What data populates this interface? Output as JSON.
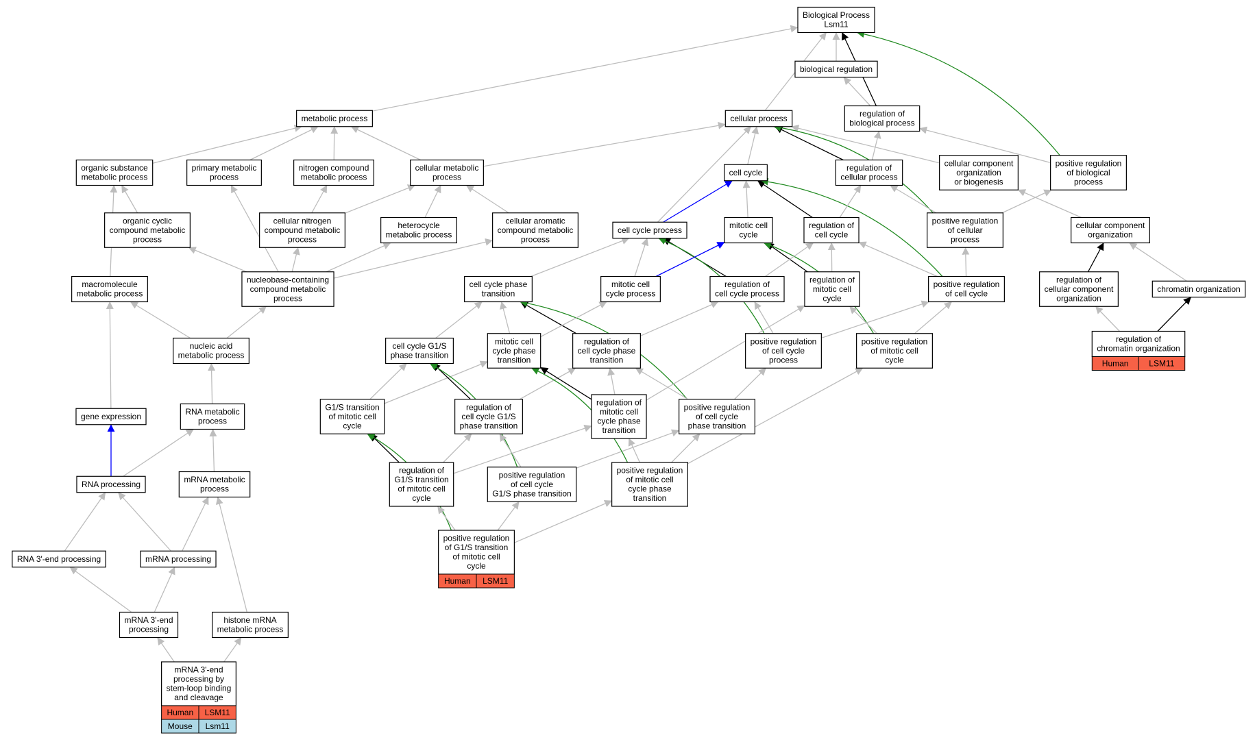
{
  "colors": {
    "edge_is_a": "#bdbdbd",
    "edge_regulates": "#000000",
    "edge_part_of": "#0000ff",
    "edge_positively_regulates": "#228b22",
    "human": "#f76146",
    "mouse": "#add8e6"
  },
  "nodes": [
    {
      "id": "bp",
      "lines": [
        "Biological Process",
        "Lsm11"
      ]
    },
    {
      "id": "biolreg",
      "lines": [
        "biological regulation"
      ]
    },
    {
      "id": "metab",
      "lines": [
        "metabolic process"
      ]
    },
    {
      "id": "cellproc",
      "lines": [
        "cellular process"
      ]
    },
    {
      "id": "regbio",
      "lines": [
        "regulation of",
        "biological process"
      ]
    },
    {
      "id": "orgsub",
      "lines": [
        "organic substance",
        "metabolic process"
      ]
    },
    {
      "id": "primet",
      "lines": [
        "primary metabolic",
        "process"
      ]
    },
    {
      "id": "nitro",
      "lines": [
        "nitrogen compound",
        "metabolic process"
      ]
    },
    {
      "id": "cellmet",
      "lines": [
        "cellular metabolic",
        "process"
      ]
    },
    {
      "id": "cellcycle",
      "lines": [
        "cell cycle"
      ]
    },
    {
      "id": "regcell",
      "lines": [
        "regulation of",
        "cellular process"
      ]
    },
    {
      "id": "ccorgbio",
      "lines": [
        "cellular component",
        "organization",
        "or biogenesis"
      ]
    },
    {
      "id": "posregbio",
      "lines": [
        "positive regulation",
        "of biological",
        "process"
      ]
    },
    {
      "id": "orgcyc",
      "lines": [
        "organic cyclic",
        "compound metabolic",
        "process"
      ]
    },
    {
      "id": "cellnitro",
      "lines": [
        "cellular nitrogen",
        "compound metabolic",
        "process"
      ]
    },
    {
      "id": "hetero",
      "lines": [
        "heterocycle",
        "metabolic process"
      ]
    },
    {
      "id": "cellarom",
      "lines": [
        "cellular aromatic",
        "compound metabolic",
        "process"
      ]
    },
    {
      "id": "ccproc",
      "lines": [
        "cell cycle process"
      ]
    },
    {
      "id": "mitcc",
      "lines": [
        "mitotic cell",
        "cycle"
      ]
    },
    {
      "id": "regcc",
      "lines": [
        "regulation of",
        "cell cycle"
      ]
    },
    {
      "id": "posregcell",
      "lines": [
        "positive regulation",
        "of cellular",
        "process"
      ]
    },
    {
      "id": "ccorg",
      "lines": [
        "cellular component",
        "organization"
      ]
    },
    {
      "id": "macro",
      "lines": [
        "macromolecule",
        "metabolic process"
      ]
    },
    {
      "id": "nucbase",
      "lines": [
        "nucleobase-containing",
        "compound metabolic",
        "process"
      ]
    },
    {
      "id": "ccphase",
      "lines": [
        "cell cycle phase",
        "transition"
      ]
    },
    {
      "id": "mitccproc",
      "lines": [
        "mitotic cell",
        "cycle process"
      ]
    },
    {
      "id": "regccproc",
      "lines": [
        "regulation of",
        "cell cycle process"
      ]
    },
    {
      "id": "regmitcc",
      "lines": [
        "regulation of",
        "mitotic cell",
        "cycle"
      ]
    },
    {
      "id": "posregcc",
      "lines": [
        "positive regulation",
        "of cell cycle"
      ]
    },
    {
      "id": "regccorg",
      "lines": [
        "regulation of",
        "cellular component",
        "organization"
      ]
    },
    {
      "id": "chromorg",
      "lines": [
        "chromatin organization"
      ]
    },
    {
      "id": "nucacid",
      "lines": [
        "nucleic acid",
        "metabolic process"
      ]
    },
    {
      "id": "ccg1s",
      "lines": [
        "cell cycle G1/S",
        "phase transition"
      ]
    },
    {
      "id": "mitccphase",
      "lines": [
        "mitotic cell",
        "cycle phase",
        "transition"
      ]
    },
    {
      "id": "regccphase",
      "lines": [
        "regulation of",
        "cell cycle phase",
        "transition"
      ]
    },
    {
      "id": "posregccproc",
      "lines": [
        "positive regulation",
        "of cell cycle",
        "process"
      ]
    },
    {
      "id": "posregmitcc",
      "lines": [
        "positive regulation",
        "of mitotic cell",
        "cycle"
      ]
    },
    {
      "id": "regchrom",
      "lines": [
        "regulation of",
        "chromatin organization"
      ],
      "orgs": [
        [
          "Human",
          "LSM11"
        ]
      ]
    },
    {
      "id": "geneexp",
      "lines": [
        "gene expression"
      ]
    },
    {
      "id": "rnamet",
      "lines": [
        "RNA metabolic",
        "process"
      ]
    },
    {
      "id": "g1smit",
      "lines": [
        "G1/S transition",
        "of mitotic cell",
        "cycle"
      ]
    },
    {
      "id": "regccg1s",
      "lines": [
        "regulation of",
        "cell cycle G1/S",
        "phase transition"
      ]
    },
    {
      "id": "regmitccphase",
      "lines": [
        "regulation of",
        "mitotic cell",
        "cycle phase",
        "transition"
      ]
    },
    {
      "id": "posregccphase",
      "lines": [
        "positive regulation",
        "of cell cycle",
        "phase transition"
      ]
    },
    {
      "id": "rnaproc",
      "lines": [
        "RNA processing"
      ]
    },
    {
      "id": "mrnamet",
      "lines": [
        "mRNA metabolic",
        "process"
      ]
    },
    {
      "id": "regg1smit",
      "lines": [
        "regulation of",
        "G1/S transition",
        "of mitotic cell",
        "cycle"
      ]
    },
    {
      "id": "posregccg1s",
      "lines": [
        "positive regulation",
        "of cell cycle",
        "G1/S phase transition"
      ]
    },
    {
      "id": "posregmitccphase",
      "lines": [
        "positive regulation",
        "of mitotic cell",
        "cycle phase",
        "transition"
      ]
    },
    {
      "id": "rna3end",
      "lines": [
        "RNA 3'-end processing"
      ]
    },
    {
      "id": "mrnaproc",
      "lines": [
        "mRNA processing"
      ]
    },
    {
      "id": "posregg1smit",
      "lines": [
        "positive regulation",
        "of G1/S transition",
        "of mitotic cell",
        "cycle"
      ],
      "orgs": [
        [
          "Human",
          "LSM11"
        ]
      ]
    },
    {
      "id": "mrna3end",
      "lines": [
        "mRNA 3'-end",
        "processing"
      ]
    },
    {
      "id": "histone",
      "lines": [
        "histone mRNA",
        "metabolic process"
      ]
    },
    {
      "id": "stemloop",
      "lines": [
        "mRNA 3'-end",
        "processing by",
        "stem-loop binding",
        "and cleavage"
      ],
      "orgs": [
        [
          "Human",
          "LSM11"
        ],
        [
          "Mouse",
          "Lsm11"
        ]
      ]
    }
  ],
  "edges": [
    [
      "metab",
      "bp",
      "is_a"
    ],
    [
      "cellproc",
      "bp",
      "is_a"
    ],
    [
      "biolreg",
      "bp",
      "is_a"
    ],
    [
      "regbio",
      "bp",
      "regulates"
    ],
    [
      "posregbio",
      "bp",
      "positively_regulates"
    ],
    [
      "regbio",
      "biolreg",
      "is_a"
    ],
    [
      "orgsub",
      "metab",
      "is_a"
    ],
    [
      "primet",
      "metab",
      "is_a"
    ],
    [
      "nitro",
      "metab",
      "is_a"
    ],
    [
      "cellmet",
      "metab",
      "is_a"
    ],
    [
      "cellmet",
      "cellproc",
      "is_a"
    ],
    [
      "cellcycle",
      "cellproc",
      "is_a"
    ],
    [
      "ccproc",
      "cellproc",
      "is_a"
    ],
    [
      "regcell",
      "cellproc",
      "regulates"
    ],
    [
      "ccorgbio",
      "cellproc",
      "is_a"
    ],
    [
      "posregcell",
      "cellproc",
      "positively_regulates"
    ],
    [
      "regcell",
      "regbio",
      "is_a"
    ],
    [
      "posregbio",
      "regbio",
      "is_a"
    ],
    [
      "orgcyc",
      "orgsub",
      "is_a"
    ],
    [
      "macro",
      "orgsub",
      "is_a"
    ],
    [
      "nucbase",
      "primet",
      "is_a"
    ],
    [
      "cellnitro",
      "nitro",
      "is_a"
    ],
    [
      "cellnitro",
      "cellmet",
      "is_a"
    ],
    [
      "hetero",
      "cellmet",
      "is_a"
    ],
    [
      "cellarom",
      "cellmet",
      "is_a"
    ],
    [
      "ccproc",
      "cellcycle",
      "part_of"
    ],
    [
      "mitcc",
      "cellcycle",
      "is_a"
    ],
    [
      "regcc",
      "cellcycle",
      "regulates"
    ],
    [
      "posregcc",
      "cellcycle",
      "positively_regulates"
    ],
    [
      "regcc",
      "regcell",
      "is_a"
    ],
    [
      "posregcell",
      "regcell",
      "is_a"
    ],
    [
      "posregcell",
      "posregbio",
      "is_a"
    ],
    [
      "ccorg",
      "ccorgbio",
      "is_a"
    ],
    [
      "nucbase",
      "orgcyc",
      "is_a"
    ],
    [
      "nucbase",
      "cellnitro",
      "is_a"
    ],
    [
      "nucbase",
      "hetero",
      "is_a"
    ],
    [
      "nucbase",
      "cellarom",
      "is_a"
    ],
    [
      "ccphase",
      "ccproc",
      "is_a"
    ],
    [
      "mitccproc",
      "ccproc",
      "is_a"
    ],
    [
      "regccproc",
      "ccproc",
      "regulates"
    ],
    [
      "posregccproc",
      "ccproc",
      "positively_regulates"
    ],
    [
      "mitccproc",
      "mitcc",
      "part_of"
    ],
    [
      "regmitcc",
      "mitcc",
      "regulates"
    ],
    [
      "posregmitcc",
      "mitcc",
      "positively_regulates"
    ],
    [
      "regccproc",
      "regcc",
      "is_a"
    ],
    [
      "regmitcc",
      "regcc",
      "is_a"
    ],
    [
      "posregcc",
      "regcc",
      "is_a"
    ],
    [
      "posregcc",
      "posregcell",
      "is_a"
    ],
    [
      "regccorg",
      "ccorg",
      "regulates"
    ],
    [
      "chromorg",
      "ccorg",
      "is_a"
    ],
    [
      "nucacid",
      "macro",
      "is_a"
    ],
    [
      "nucacid",
      "nucbase",
      "is_a"
    ],
    [
      "ccg1s",
      "ccphase",
      "is_a"
    ],
    [
      "mitccphase",
      "ccphase",
      "is_a"
    ],
    [
      "regccphase",
      "ccphase",
      "regulates"
    ],
    [
      "posregccphase",
      "ccphase",
      "positively_regulates"
    ],
    [
      "mitccphase",
      "mitccproc",
      "is_a"
    ],
    [
      "regccphase",
      "regccproc",
      "is_a"
    ],
    [
      "regmitccphase",
      "regmitcc",
      "is_a"
    ],
    [
      "posregccproc",
      "regccproc",
      "is_a"
    ],
    [
      "posregccproc",
      "posregcc",
      "is_a"
    ],
    [
      "posregmitcc",
      "regmitcc",
      "is_a"
    ],
    [
      "posregmitcc",
      "posregcc",
      "is_a"
    ],
    [
      "regchrom",
      "regccorg",
      "is_a"
    ],
    [
      "regchrom",
      "chromorg",
      "regulates"
    ],
    [
      "geneexp",
      "macro",
      "is_a"
    ],
    [
      "rnamet",
      "nucacid",
      "is_a"
    ],
    [
      "g1smit",
      "ccg1s",
      "is_a"
    ],
    [
      "g1smit",
      "mitccphase",
      "is_a"
    ],
    [
      "regccg1s",
      "ccg1s",
      "regulates"
    ],
    [
      "regccg1s",
      "regccphase",
      "is_a"
    ],
    [
      "regmitccphase",
      "mitccphase",
      "regulates"
    ],
    [
      "regmitccphase",
      "regccphase",
      "is_a"
    ],
    [
      "posregccphase",
      "regccphase",
      "is_a"
    ],
    [
      "posregccphase",
      "posregccproc",
      "is_a"
    ],
    [
      "rnaproc",
      "geneexp",
      "part_of"
    ],
    [
      "rnaproc",
      "rnamet",
      "is_a"
    ],
    [
      "mrnamet",
      "rnamet",
      "is_a"
    ],
    [
      "regg1smit",
      "g1smit",
      "regulates"
    ],
    [
      "regg1smit",
      "regccg1s",
      "is_a"
    ],
    [
      "regg1smit",
      "regmitccphase",
      "is_a"
    ],
    [
      "posregccg1s",
      "ccg1s",
      "positively_regulates"
    ],
    [
      "posregccg1s",
      "regccg1s",
      "is_a"
    ],
    [
      "posregccg1s",
      "posregccphase",
      "is_a"
    ],
    [
      "posregmitccphase",
      "mitccphase",
      "positively_regulates"
    ],
    [
      "posregmitccphase",
      "regmitccphase",
      "is_a"
    ],
    [
      "posregmitccphase",
      "posregccphase",
      "is_a"
    ],
    [
      "posregmitccphase",
      "posregmitcc",
      "is_a"
    ],
    [
      "rna3end",
      "rnaproc",
      "is_a"
    ],
    [
      "mrnaproc",
      "rnaproc",
      "is_a"
    ],
    [
      "mrnaproc",
      "mrnamet",
      "is_a"
    ],
    [
      "posregg1smit",
      "g1smit",
      "positively_regulates"
    ],
    [
      "posregg1smit",
      "regg1smit",
      "is_a"
    ],
    [
      "posregg1smit",
      "posregccg1s",
      "is_a"
    ],
    [
      "posregg1smit",
      "posregmitccphase",
      "is_a"
    ],
    [
      "mrna3end",
      "rna3end",
      "is_a"
    ],
    [
      "mrna3end",
      "mrnaproc",
      "is_a"
    ],
    [
      "histone",
      "mrnamet",
      "is_a"
    ],
    [
      "stemloop",
      "mrna3end",
      "is_a"
    ],
    [
      "stemloop",
      "histone",
      "is_a"
    ]
  ]
}
